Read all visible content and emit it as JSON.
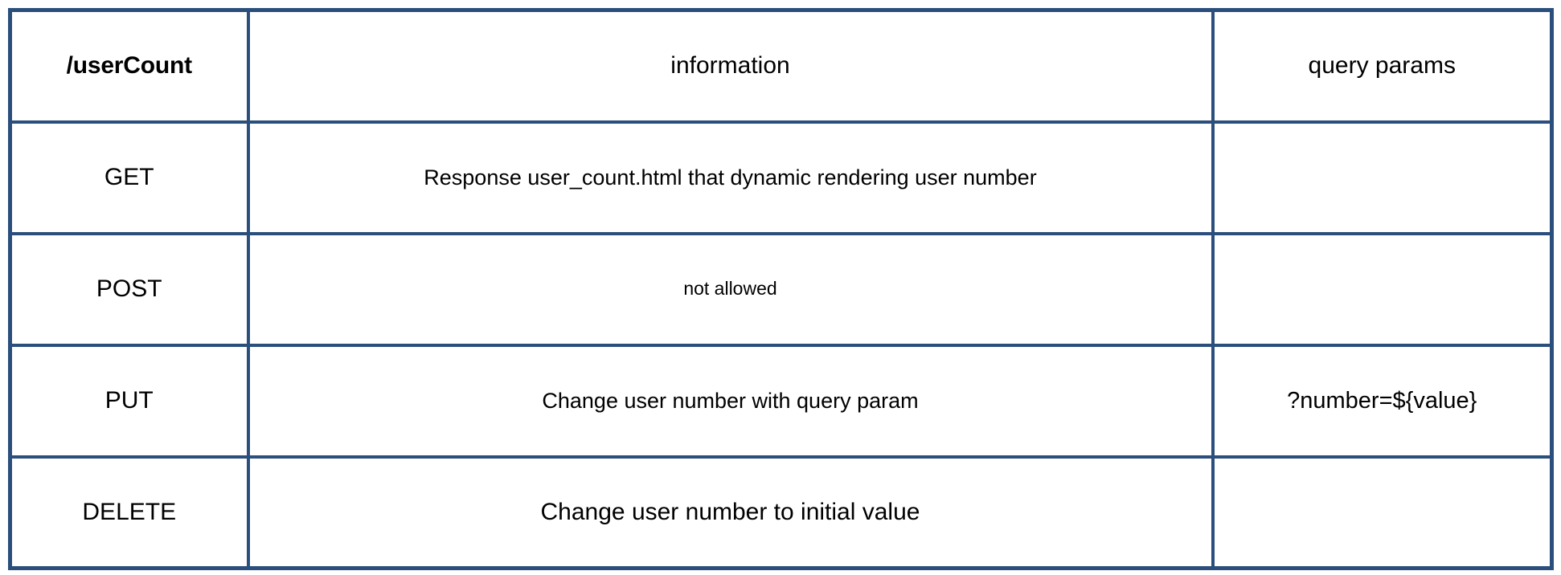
{
  "table": {
    "endpoint_label": "/userCount",
    "headers": {
      "col1": "/userCount",
      "col2": "information",
      "col3": "query params"
    },
    "border_color": "#2A4F7C",
    "rows": [
      {
        "method": "GET",
        "information": "Response user_count.html that dynamic rendering user number",
        "query_params": ""
      },
      {
        "method": "POST",
        "information": "not allowed",
        "query_params": ""
      },
      {
        "method": "PUT",
        "information": "Change user number with query param",
        "query_params": "?number=${value}"
      },
      {
        "method": "DELETE",
        "information": "Change user number to initial value",
        "query_params": ""
      }
    ]
  }
}
